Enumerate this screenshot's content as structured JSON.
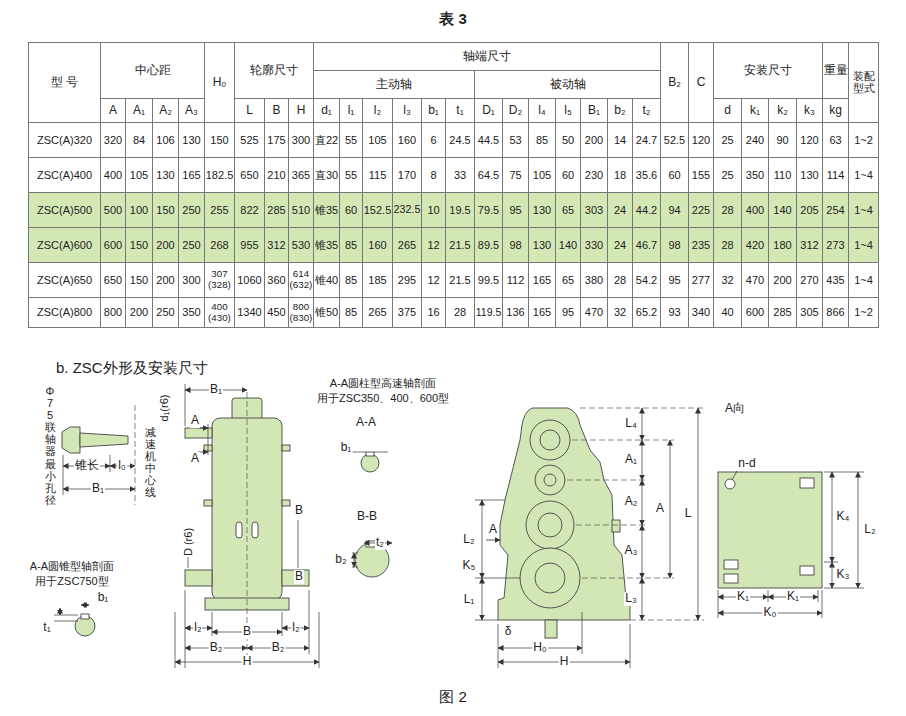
{
  "diagram": {
    "title": "表 3",
    "caption": "图 2",
    "labels": [
      "型 号",
      "中心距",
      "H₀",
      "轮廓尺寸",
      "轴端尺寸",
      "B₂",
      "C",
      "安装尺寸",
      "重量",
      "装配型式",
      "主动轴",
      "被动轴",
      "A",
      "A₁",
      "A₂",
      "A₃",
      "L",
      "B",
      "H",
      "d₁",
      "l₁",
      "l₂",
      "l₃",
      "b₁",
      "t₁",
      "D₁",
      "D₂",
      "l₄",
      "l₅",
      "B₁",
      "b₂",
      "t₂",
      "d",
      "k₁",
      "k₂",
      "k₃",
      "kg",
      "ZSC(A)320",
      "320",
      "84",
      "106",
      "130",
      "150",
      "525",
      "175",
      "300",
      "直22",
      "55",
      "105",
      "160",
      "6",
      "24.5",
      "44.5",
      "53",
      "85",
      "50",
      "200",
      "14",
      "24.7",
      "52.5",
      "120",
      "25",
      "240",
      "90",
      "120",
      "63",
      "1~2",
      "ZSC(A)400",
      "400",
      "105",
      "130",
      "165",
      "182.5",
      "650",
      "210",
      "365",
      "直30",
      "55",
      "115",
      "170",
      "8",
      "33",
      "64.5",
      "75",
      "105",
      "60",
      "230",
      "18",
      "35.6",
      "60",
      "155",
      "25",
      "350",
      "110",
      "130",
      "114",
      "1~4",
      "ZSC(A)500",
      "500",
      "100",
      "150",
      "250",
      "255",
      "822",
      "285",
      "510",
      "锥35",
      "60",
      "152.5",
      "232.5",
      "10",
      "19.5",
      "79.5",
      "95",
      "130",
      "65",
      "303",
      "24",
      "44.2",
      "94",
      "225",
      "28",
      "400",
      "140",
      "205",
      "254",
      "1~4",
      "ZSC(A)600",
      "600",
      "150",
      "200",
      "250",
      "268",
      "955",
      "312",
      "530",
      "锥35",
      "85",
      "160",
      "265",
      "12",
      "21.5",
      "89.5",
      "98",
      "130",
      "140",
      "330",
      "24",
      "46.7",
      "98",
      "235",
      "28",
      "420",
      "180",
      "312",
      "273",
      "1~4",
      "ZSC(A)650",
      "650",
      "150",
      "200",
      "300",
      "307 (328)",
      "1060",
      "360",
      "614 (632)",
      "锥40",
      "85",
      "185",
      "295",
      "12",
      "21.5",
      "99.5",
      "112",
      "165",
      "65",
      "380",
      "28",
      "54.2",
      "95",
      "277",
      "32",
      "470",
      "200",
      "270",
      "435",
      "1~4",
      "ZSC(A)800",
      "800",
      "200",
      "250",
      "350",
      "400 (430)",
      "1340",
      "450",
      "800 (830)",
      "锥50",
      "85",
      "265",
      "375",
      "16",
      "28",
      "119.5",
      "136",
      "165",
      "95",
      "470",
      "32",
      "65.2",
      "93",
      "340",
      "40",
      "600",
      "285",
      "305",
      "866",
      "1~2",
      "b. ZSC外形及安装尺寸",
      "Φ75联轴器最小孔径",
      "锥长",
      "l₀",
      "B₁",
      "减速机中心线",
      "d₁(r6)",
      "B₁",
      "A",
      "A",
      "D (r6)",
      "B",
      "B",
      "l₂",
      "B",
      "l₂",
      "B₂",
      "B₂",
      "H",
      "A-A圆柱型高速轴剖面",
      "用于ZSC350、400、600型",
      "A-A",
      "b₁",
      "B-B",
      "t₂",
      "b₂",
      "A-A圆锥型轴剖面",
      "用于ZSC750型",
      "b₁",
      "t₁",
      "L₄",
      "A₁",
      "A₂",
      "A",
      "A₃",
      "L",
      "L₂",
      "A",
      "K₅",
      "L₁",
      "δ",
      "L₃",
      "H₀",
      "H",
      "A向",
      "n-d",
      "K₄",
      "L₂",
      "K₃",
      "K₁",
      "K₁",
      "K₀"
    ]
  }
}
